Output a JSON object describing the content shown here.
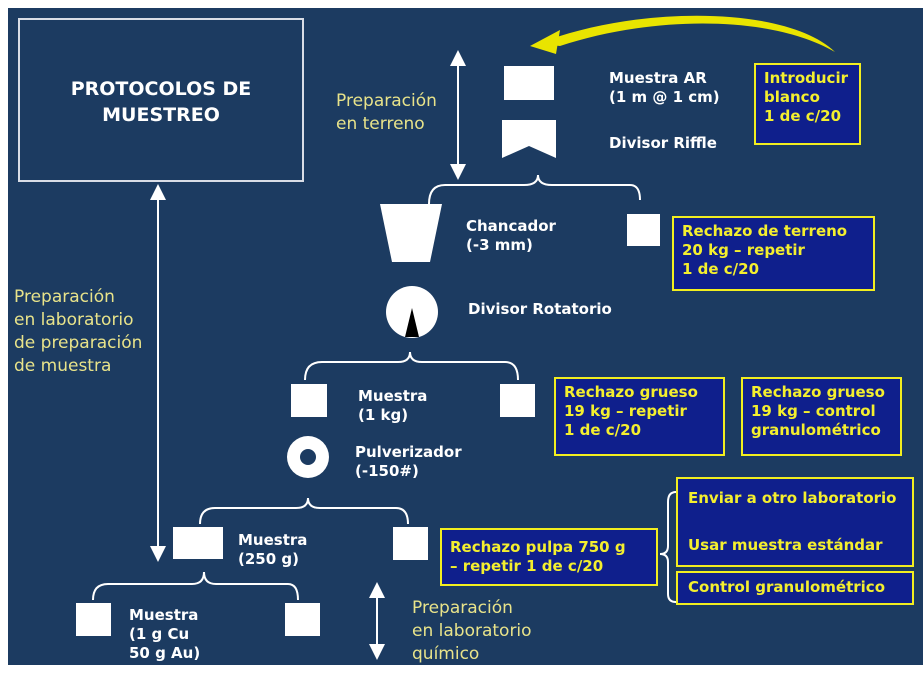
{
  "title": "PROTOCOLOS DE\nMUESTREO",
  "prep_labels": {
    "field": "Preparación\nen terreno",
    "sample_lab": "Preparación\nen laboratorio\nde preparación\nde muestra",
    "chem_lab": "Preparación\nen laboratorio\nquímico"
  },
  "nodes": {
    "sample_ar": "Muestra AR\n(1 m @ 1 cm)",
    "riffle": "Divisor Riffle",
    "crusher": "Chancador\n(-3 mm)",
    "rotary": "Divisor Rotatorio",
    "sample_1kg": "Muestra\n(1 kg)",
    "pulverizer": "Pulverizador\n(-150#)",
    "sample_250g": "Muestra\n(250 g)",
    "sample_final": "Muestra\n(1 g Cu\n50 g Au)"
  },
  "callouts": {
    "blank": "Introducir\nblanco\n1 de c/20",
    "field_reject": "Rechazo de terreno\n20 kg – repetir\n1 de c/20",
    "coarse_reject_repeat": "Rechazo grueso\n19 kg – repetir\n1 de c/20",
    "coarse_reject_control": "Rechazo grueso\n19 kg – control\ngranulométrico",
    "pulp_reject": "Rechazo pulpa 750 g\n– repetir 1 de c/20",
    "other_lab": "Enviar a otro laboratorio",
    "standard": "Usar muestra estándar",
    "granulometric": "Control granulométrico"
  },
  "colors": {
    "background": "#1c3b61",
    "callout_fill": "#0f1f8c",
    "callout_border": "#f2ee1f",
    "callout_text": "#f4ef2e",
    "prep_text": "#e8e38a",
    "arrow": "#e9e400"
  }
}
